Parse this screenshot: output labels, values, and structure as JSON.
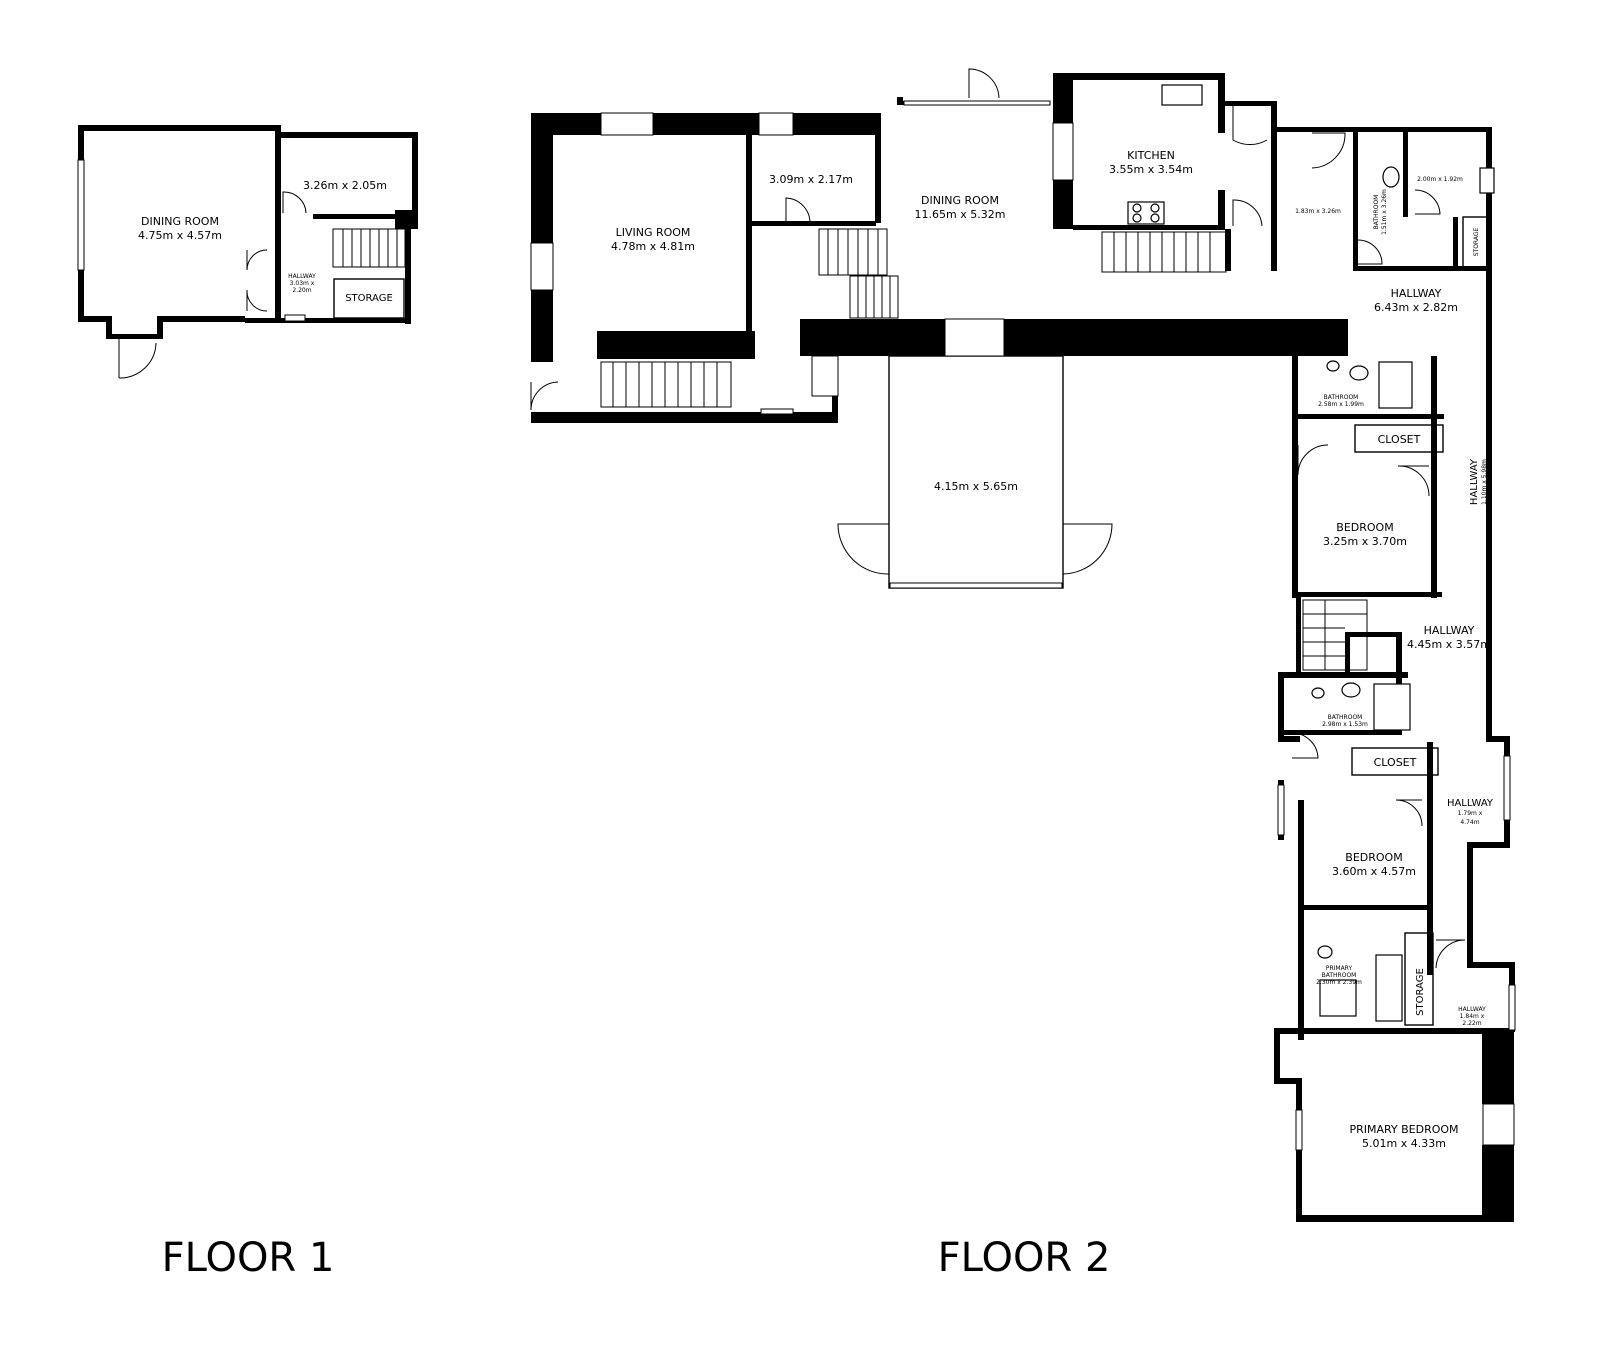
{
  "floors": [
    {
      "title": "FLOOR 1",
      "rooms": {
        "dining_room": {
          "name": "DINING ROOM",
          "size": "4.75m x 4.57m"
        },
        "small_room": {
          "name": "",
          "size": "3.26m x 2.05m"
        },
        "hallway": {
          "name": "HALLWAY",
          "size_line1": "3.03m x",
          "size_line2": "2.20m"
        },
        "storage": {
          "name": "STORAGE"
        }
      }
    },
    {
      "title": "FLOOR 2",
      "rooms": {
        "living_room": {
          "name": "LIVING ROOM",
          "size": "4.78m x 4.81m"
        },
        "small_room": {
          "name": "",
          "size": "3.09m x 2.17m"
        },
        "dining_room": {
          "name": "DINING ROOM",
          "size": "11.65m x 5.32m"
        },
        "kitchen": {
          "name": "KITCHEN",
          "size": "3.55m x 3.54m"
        },
        "room_183": {
          "name": "",
          "size": "1.83m x 3.26m"
        },
        "bathroom_small": {
          "name": "BATHROOM",
          "size": "1.51m x 3.26m"
        },
        "room_200": {
          "name": "",
          "size": "2.00m x 1.92m"
        },
        "storage_top": {
          "name": "STORAGE"
        },
        "hallway_main": {
          "name": "HALLWAY",
          "size": "6.43m x 2.82m"
        },
        "conservatory": {
          "name": "",
          "size": "4.15m x 5.65m"
        },
        "bathroom_1": {
          "name": "BATHROOM",
          "size": "2.58m x 1.99m"
        },
        "closet_1": {
          "name": "CLOSET"
        },
        "hallway_long": {
          "name": "HALLWAY",
          "size": "1.10m x 5.98m"
        },
        "bedroom_1": {
          "name": "BEDROOM",
          "size": "3.25m x 3.70m"
        },
        "hallway_mid": {
          "name": "HALLWAY",
          "size": "4.45m x 3.57m"
        },
        "bathroom_2": {
          "name": "BATHROOM",
          "size": "2.98m x 1.53m"
        },
        "closet_2": {
          "name": "CLOSET"
        },
        "hallway_side": {
          "name": "HALLWAY",
          "size_line1": "1.79m x",
          "size_line2": "4.74m"
        },
        "bedroom_2": {
          "name": "BEDROOM",
          "size": "3.60m x 4.57m"
        },
        "primary_bathroom": {
          "name_line1": "PRIMARY",
          "name_line2": "BATHROOM",
          "size": "2.30m x 2.39m"
        },
        "storage_bottom": {
          "name": "STORAGE"
        },
        "hallway_small": {
          "name": "HALLWAY",
          "size_line1": "1.84m x",
          "size_line2": "2.22m"
        },
        "primary_bedroom": {
          "name": "PRIMARY BEDROOM",
          "size": "5.01m x 4.33m"
        }
      }
    }
  ]
}
